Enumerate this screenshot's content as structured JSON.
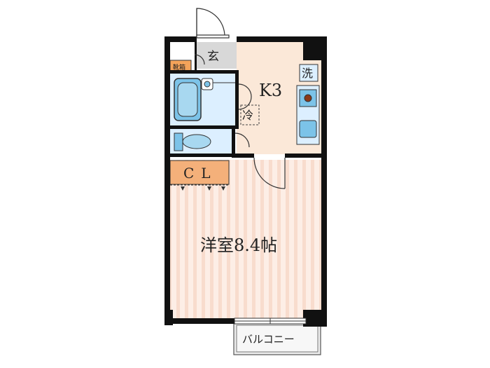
{
  "floor_plan": {
    "rooms": {
      "entrance": "玄",
      "shoe_box": "靴箱",
      "kitchen": "K3",
      "fridge": "冷",
      "washer": "洗",
      "closet": "CL",
      "western_room": "洋室8.4帖",
      "balcony": "バルコニー"
    },
    "colors": {
      "wall": "#111111",
      "kitchen_floor": "#fbe8d8",
      "room_floor": "#fdeee6",
      "room_stripe": "#f6d2c4",
      "wet_area": "#dcefff",
      "fixture_blue": "#7cc3e8",
      "closet_fill": "#f4b07a",
      "shoe_box_fill": "#f4a35a",
      "entrance_floor": "#d8d8d8",
      "balcony_fill": "#ececec"
    }
  }
}
